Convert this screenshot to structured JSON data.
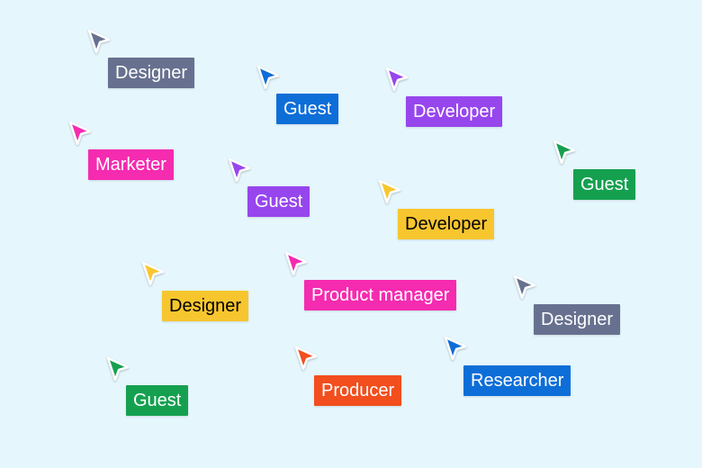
{
  "colors": {
    "background": "#e5f6fd",
    "slate": "#67718f",
    "blue": "#0d6ed8",
    "purple": "#9746ee",
    "pink": "#f52bb0",
    "green": "#15a050",
    "yellow": "#f7c62f",
    "orange": "#f24e1e"
  },
  "cursors": [
    {
      "name": "cursor-designer-1",
      "label": "Designer",
      "color": "#67718f",
      "text": "#ffffff",
      "icon": "pointer-arrow-icon"
    },
    {
      "name": "cursor-guest-1",
      "label": "Guest",
      "color": "#0d6ed8",
      "text": "#ffffff",
      "icon": "pointer-arrow-icon"
    },
    {
      "name": "cursor-developer-1",
      "label": "Developer",
      "color": "#9746ee",
      "text": "#ffffff",
      "icon": "pointer-arrow-icon"
    },
    {
      "name": "cursor-marketer",
      "label": "Marketer",
      "color": "#f52bb0",
      "text": "#ffffff",
      "icon": "pointer-arrow-icon"
    },
    {
      "name": "cursor-guest-2",
      "label": "Guest",
      "color": "#9746ee",
      "text": "#ffffff",
      "icon": "pointer-arrow-icon"
    },
    {
      "name": "cursor-developer-2",
      "label": "Developer",
      "color": "#f7c62f",
      "text": "#000000",
      "icon": "pointer-arrow-icon"
    },
    {
      "name": "cursor-guest-3",
      "label": "Guest",
      "color": "#15a050",
      "text": "#ffffff",
      "icon": "pointer-arrow-icon"
    },
    {
      "name": "cursor-designer-2",
      "label": "Designer",
      "color": "#f7c62f",
      "text": "#000000",
      "icon": "pointer-arrow-icon"
    },
    {
      "name": "cursor-product-manager",
      "label": "Product manager",
      "color": "#f52bb0",
      "text": "#ffffff",
      "icon": "pointer-arrow-icon"
    },
    {
      "name": "cursor-designer-3",
      "label": "Designer",
      "color": "#67718f",
      "text": "#ffffff",
      "icon": "pointer-arrow-icon"
    },
    {
      "name": "cursor-researcher",
      "label": "Researcher",
      "color": "#0d6ed8",
      "text": "#ffffff",
      "icon": "pointer-arrow-icon"
    },
    {
      "name": "cursor-guest-4",
      "label": "Guest",
      "color": "#15a050",
      "text": "#ffffff",
      "icon": "pointer-arrow-icon"
    },
    {
      "name": "cursor-producer",
      "label": "Producer",
      "color": "#f24e1e",
      "text": "#ffffff",
      "icon": "pointer-arrow-icon"
    }
  ]
}
